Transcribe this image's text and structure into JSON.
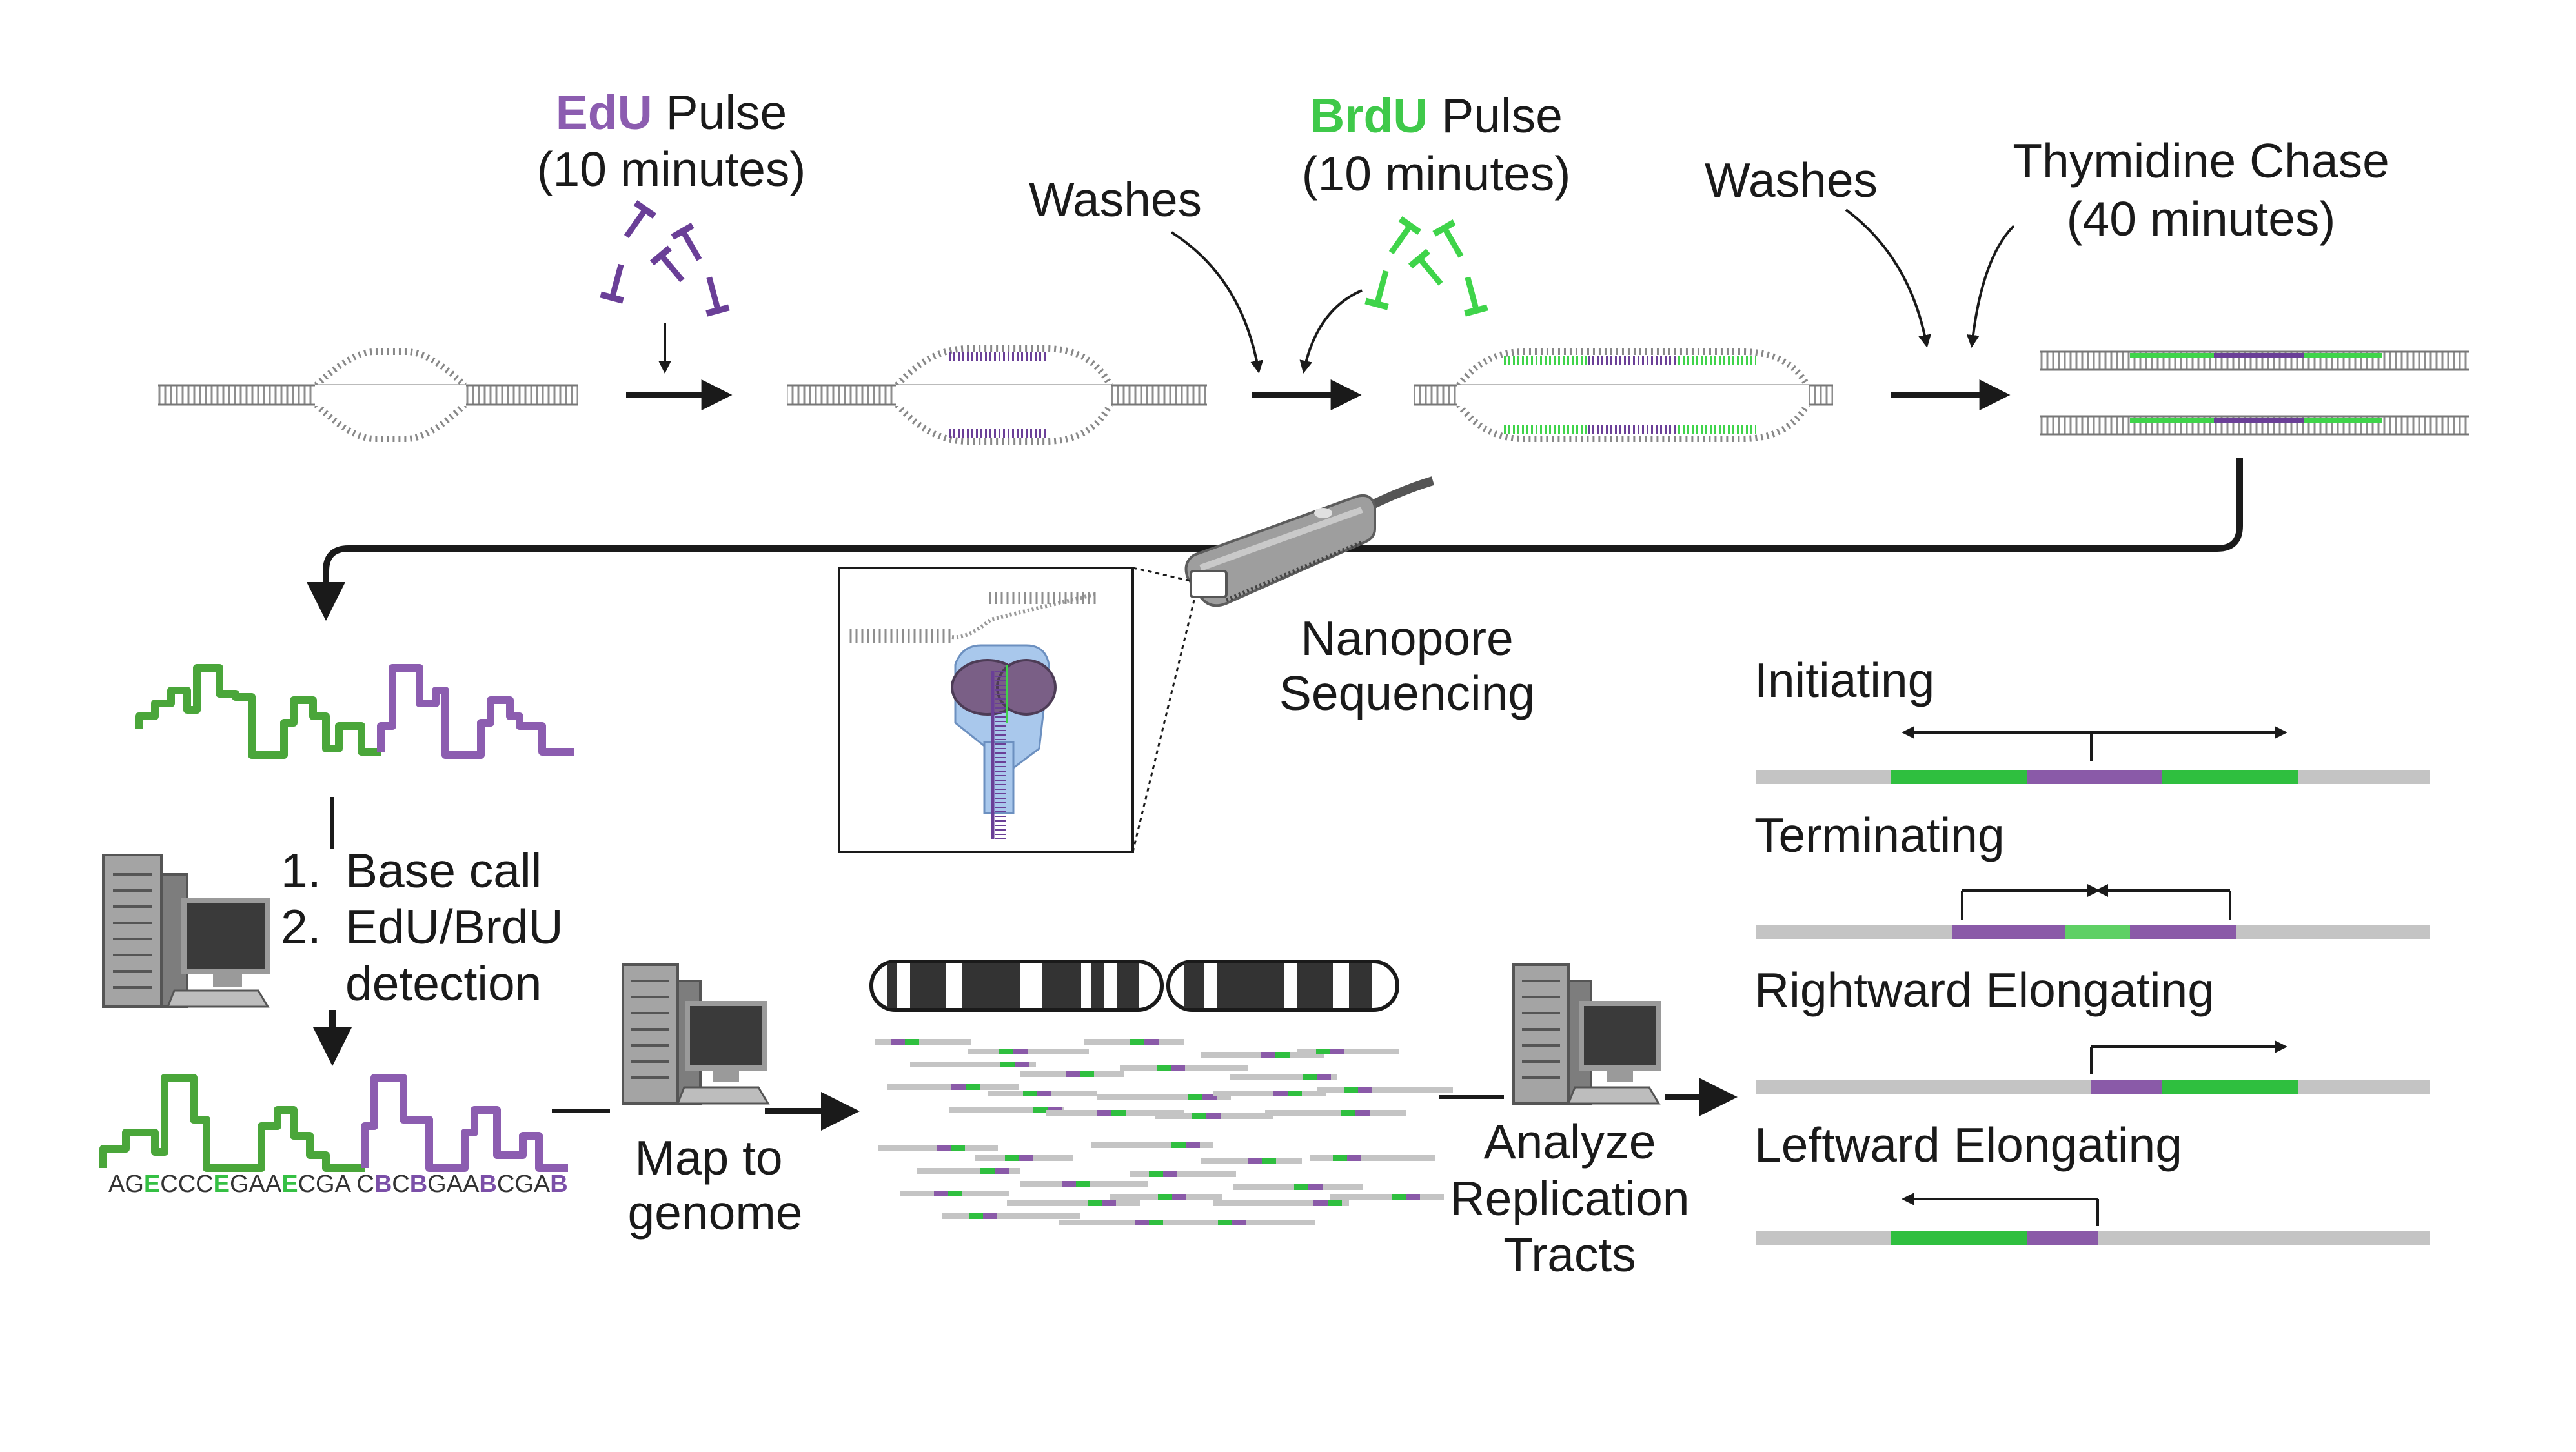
{
  "labels": {
    "edu_pulse_tag": "EdU",
    "edu_pulse_rest": "Pulse",
    "edu_pulse_time": "(10 minutes)",
    "washes_1": "Washes",
    "brdu_pulse_tag": "BrdU",
    "brdu_pulse_rest": "Pulse",
    "brdu_pulse_time": "(10 minutes)",
    "washes_2": "Washes",
    "thymidine_chase": "Thymidine Chase",
    "thymidine_time": "(40 minutes)",
    "nanopore_1": "Nanopore",
    "nanopore_2": "Sequencing",
    "step_1_num": "1.",
    "step_1": "Base call",
    "step_2_num": "2.",
    "step_2a": "EdU/BrdU",
    "step_2b": "detection",
    "map_1": "Map to",
    "map_2": "genome",
    "analyze_1": "Analyze",
    "analyze_2": "Replication",
    "analyze_3": "Tracts",
    "initiating": "Initiating",
    "terminating": "Terminating",
    "rightward": "Rightward Elongating",
    "leftward": "Leftward Elongating"
  },
  "sequence": [
    {
      "t": "AG",
      "c": "plain"
    },
    {
      "t": "E",
      "c": "edu"
    },
    {
      "t": "CCC",
      "c": "plain"
    },
    {
      "t": "E",
      "c": "edu"
    },
    {
      "t": "GAA",
      "c": "plain"
    },
    {
      "t": "E",
      "c": "edu"
    },
    {
      "t": "CGA C",
      "c": "plain"
    },
    {
      "t": "B",
      "c": "brdu"
    },
    {
      "t": "C",
      "c": "plain"
    },
    {
      "t": "B",
      "c": "brdu"
    },
    {
      "t": "GAA",
      "c": "plain"
    },
    {
      "t": "B",
      "c": "brdu"
    },
    {
      "t": "CGA",
      "c": "plain"
    },
    {
      "t": "B",
      "c": "brdu"
    }
  ],
  "colors": {
    "edu": "#7b4fa8",
    "brdu": "#35c044",
    "dna": "#9a9a9a",
    "arrow": "#1a1a1a",
    "track_gray": "#c4c4c4",
    "track_green": "#2fbf3f",
    "track_purple": "#8a5aa8"
  }
}
